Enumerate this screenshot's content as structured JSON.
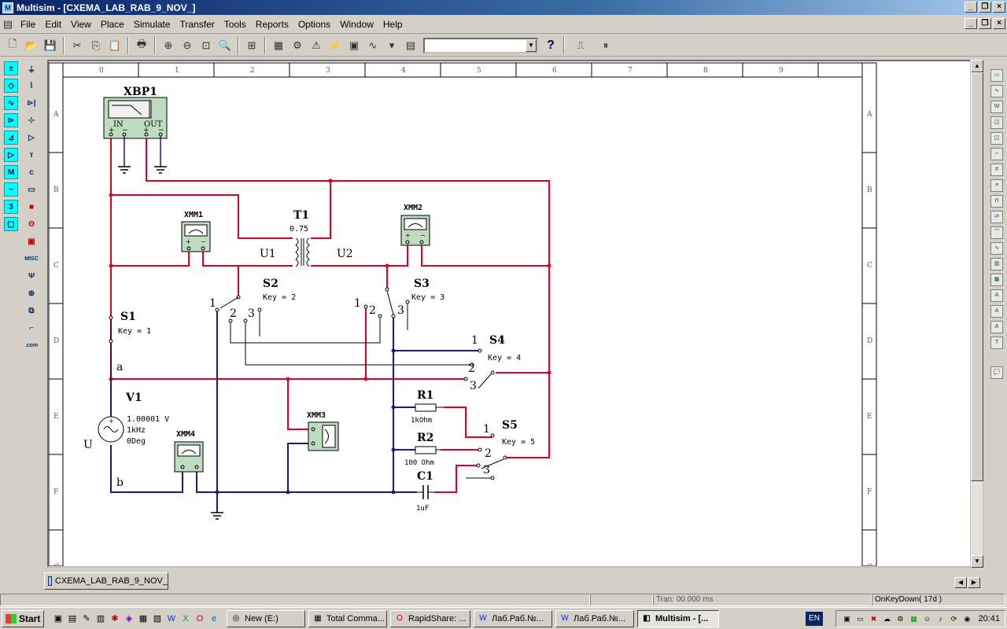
{
  "window": {
    "title": "Multisim - [CXEMA_LAB_RAB_9_NOV_]"
  },
  "menu": [
    "File",
    "Edit",
    "View",
    "Place",
    "Simulate",
    "Transfer",
    "Tools",
    "Reports",
    "Options",
    "Window",
    "Help"
  ],
  "toolbar": {
    "combo_value": "",
    "help_icon": "?"
  },
  "ruler": {
    "cols": [
      "0",
      "1",
      "2",
      "3",
      "4",
      "5",
      "6",
      "7",
      "8",
      "9"
    ],
    "rows": [
      "A",
      "B",
      "C",
      "D",
      "E",
      "F",
      "G"
    ]
  },
  "circuit": {
    "xbp1": {
      "ref": "XBP1",
      "in": "IN",
      "out": "OUT"
    },
    "t1": {
      "ref": "T1",
      "ratio": "0.75",
      "u1": "U1",
      "u2": "U2"
    },
    "xmm1": "XMM1",
    "xmm2": "XMM2",
    "xmm3": "XMM3",
    "xmm4": "XMM4",
    "s1": {
      "ref": "S1",
      "key": "Key = 1"
    },
    "s2": {
      "ref": "S2",
      "key": "Key = 2",
      "p1": "1",
      "p2": "2",
      "p3": "3"
    },
    "s3": {
      "ref": "S3",
      "key": "Key = 3",
      "p1": "1",
      "p2": "2",
      "p3": "3"
    },
    "s4": {
      "ref": "S4",
      "key": "Key = 4",
      "p1": "1",
      "p2": "2",
      "p3": "3"
    },
    "s5": {
      "ref": "S5",
      "key": "Key = 5",
      "p1": "1",
      "p2": "2",
      "p3": "3"
    },
    "v1": {
      "ref": "V1",
      "amp": "1.00001 V",
      "freq": "1kHz",
      "phase": "0Deg",
      "label": "U"
    },
    "r1": {
      "ref": "R1",
      "value": "1kOhm"
    },
    "r2": {
      "ref": "R2",
      "value": "100 Ohm"
    },
    "c1": {
      "ref": "C1",
      "value": "1uF"
    },
    "node_a": "a",
    "node_b": "b"
  },
  "tabs": [
    {
      "label": "CXEMA_LAB_RAB_9_NOV_"
    }
  ],
  "status": {
    "tran": "Tran: 00.000 ms",
    "key": "OnKeyDown( 17d )"
  },
  "taskbar": {
    "start": "Start",
    "tasks": [
      "New (E:)",
      "Total Comma...",
      "RapidShare: ...",
      "Лаб.Раб.№...",
      "Лаб.Раб.№...",
      "Multisim - [..."
    ],
    "lang": "EN",
    "clock": "20:41"
  },
  "colors": {
    "wire_red": "#e00020",
    "wire_blue": "#1a1a80",
    "instrument_fill": "#c0dcc0"
  }
}
